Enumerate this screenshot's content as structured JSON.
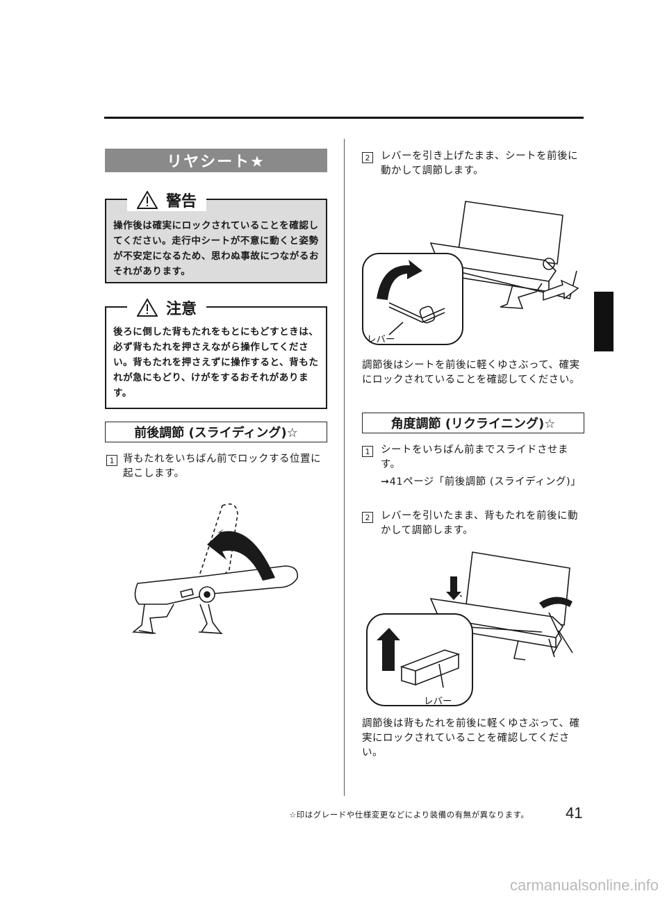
{
  "section": {
    "title": "リヤシート★"
  },
  "warning": {
    "title": "警告",
    "text": "操作後は確実にロックされていることを確認してください。走行中シートが不意に動くと姿勢が不安定になるため、思わぬ事故につながるおそれがあります。"
  },
  "caution": {
    "title": "注意",
    "text": "後ろに倒した背もたれをもとにもどすときは、必ず背もたれを押さえながら操作してください。背もたれを押さえずに操作すると、背もたれが急にもどり、けがをするおそれがあります。"
  },
  "slide": {
    "heading": "前後調節 (スライディング)☆",
    "step1_num": "1",
    "step1_text": "背もたれをいちばん前でロックする位置に起こします。",
    "step2_num": "2",
    "step2_text": "レバーを引き上げたまま、シートを前後に動かして調節します。",
    "lever_label": "レバー",
    "after_text": "調節後はシートを前後に軽くゆさぶって、確実にロックされていることを確認してください。"
  },
  "recline": {
    "heading": "角度調節 (リクライニング)☆",
    "step1_num": "1",
    "step1_text": "シートをいちばん前までスライドさせます。",
    "step1_ref": "➞41ページ「前後調節 (スライディング)」",
    "step2_num": "2",
    "step2_text": "レバーを引いたまま、背もたれを前後に動かして調節します。",
    "lever_label": "レバー",
    "after_text": "調節後は背もたれを前後に軽くゆさぶって、確実にロックされていることを確認してください。"
  },
  "footer": {
    "note": "☆印はグレードや仕様変更などにより装備の有無が異なります。",
    "page_number": "41",
    "watermark": "carmanualsonline.info"
  }
}
